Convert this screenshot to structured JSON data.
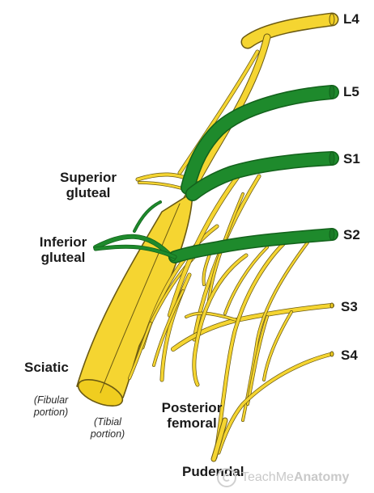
{
  "roots": {
    "l4": "L4",
    "l5": "L5",
    "s1": "S1",
    "s2": "S2",
    "s3": "S3",
    "s4": "S4"
  },
  "nerves": {
    "superior_gluteal_line1": "Superior",
    "superior_gluteal_line2": "gluteal",
    "inferior_gluteal_line1": "Inferior",
    "inferior_gluteal_line2": "gluteal",
    "sciatic": "Sciatic",
    "fibular_line1": "(Fibular",
    "fibular_line2": "portion)",
    "tibial_line1": "(Tibial",
    "tibial_line2": "portion)",
    "posterior_femoral_line1": "Posterior",
    "posterior_femoral_line2": "femoral",
    "pudendal": "Pudendal"
  },
  "watermark": {
    "part1": "Teach",
    "part2": "Me",
    "part3": "Anatomy"
  },
  "colors": {
    "yellow_nerve": "#f5d531",
    "green_nerve": "#1e8a2c",
    "outline": "#6b5a12",
    "label": "#1a1a1a"
  }
}
